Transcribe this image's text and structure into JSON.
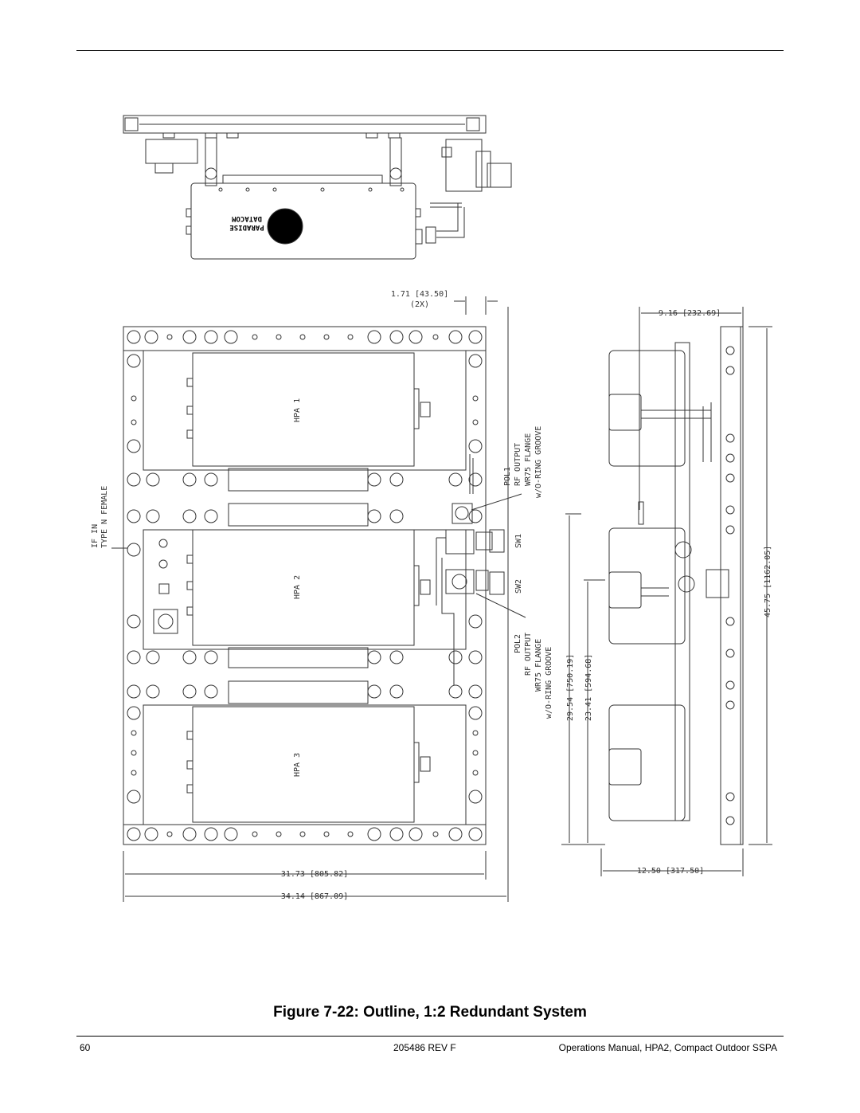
{
  "figure": {
    "caption": "Figure 7-22: Outline, 1:2 Redundant System",
    "logo_text": [
      "PARADISE",
      "DATACOM"
    ],
    "labels": {
      "hpa1": "HPA 1",
      "hpa2": "HPA 2",
      "hpa3": "HPA 3",
      "if_in": "IF IN",
      "if_type": "TYPE N FEMALE",
      "pol1": "POL1",
      "pol1_rf": "RF OUTPUT",
      "pol1_flange": "WR75 FLANGE",
      "pol1_groove": "w/O-RING GROOVE",
      "pol2": "POL2",
      "pol2_rf": "RF OUTPUT",
      "pol2_flange": "WR75 FLANGE",
      "pol2_groove": "w/O-RING GROOVE",
      "sw1": "SW1",
      "sw2": "SW2"
    },
    "dimensions": {
      "d1": "1.71 [43.50]",
      "d1b": "(2X)",
      "d2": "9.16 [232.69]",
      "d3": "45.75 [1162.05]",
      "d4": "29.54 [750.19]",
      "d5": "23.41 [594.68]",
      "d6": "31.73 [805.82]",
      "d7": "34.14 [867.09]",
      "d8": "12.50 [317.50]"
    }
  },
  "footer": {
    "page_number": "60",
    "revision": "205486 REV F",
    "doc_title": "Operations Manual, HPA2, Compact Outdoor SSPA"
  }
}
